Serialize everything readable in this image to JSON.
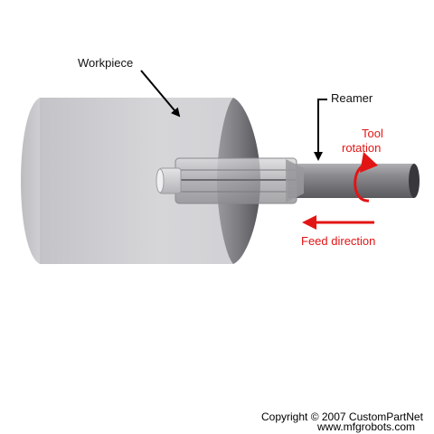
{
  "labels": {
    "workpiece": "Workpiece",
    "reamer": "Reamer",
    "tool_rotation_line1": "Tool",
    "tool_rotation_line2": "rotation",
    "feed_direction": "Feed direction"
  },
  "copyright": {
    "line1": "Copyright © 2007 CustomPartNet",
    "line2": "www.mfgrobots.com"
  },
  "colors": {
    "annotation_red": "#e31414",
    "pointer_black": "#000000",
    "workpiece_gray": "#cfcfd2",
    "reamer_gray": "#7d7d80"
  }
}
